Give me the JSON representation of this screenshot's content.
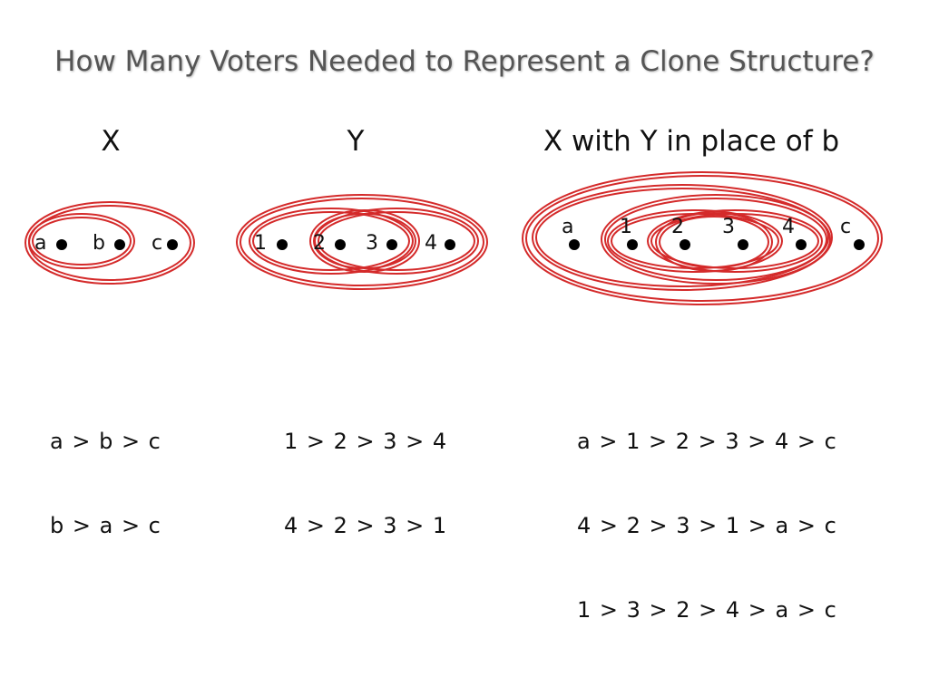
{
  "title": "How Many Voters Needed to Represent a Clone Structure?",
  "panels": [
    {
      "heading": "X",
      "points": [
        "a",
        "b",
        "c"
      ],
      "rankings": [
        "a > b > c",
        "b > a > c"
      ]
    },
    {
      "heading": "Y",
      "points": [
        "1",
        "2",
        "3",
        "4"
      ],
      "rankings": [
        "1 > 2 > 3 > 4",
        "4 > 2 > 3 > 1"
      ]
    },
    {
      "heading": "X with Y in place of b",
      "points": [
        "a",
        "1",
        "2",
        "3",
        "4",
        "c"
      ],
      "rankings": [
        "a > 1 > 2 > 3 > 4 > c",
        "4 > 2 > 3 > 1 > a > c",
        "1 > 3 > 2 > 4 > a > c"
      ]
    }
  ],
  "colors": {
    "ellipse": "#d42a2a",
    "point": "#000000",
    "text": "#111111"
  }
}
